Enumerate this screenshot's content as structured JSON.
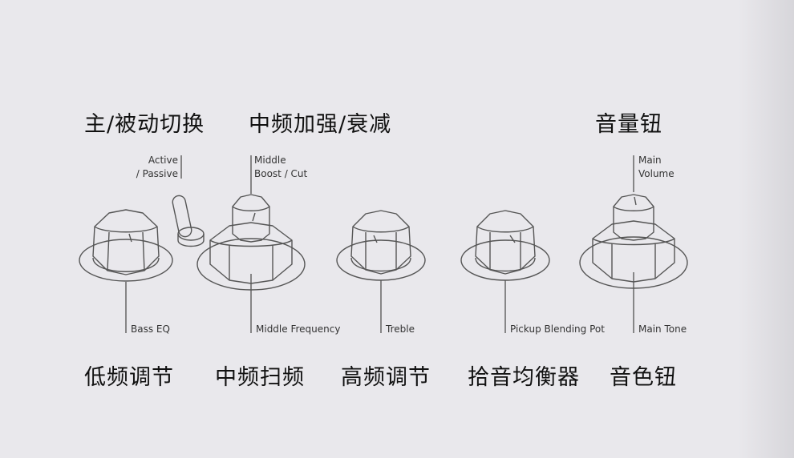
{
  "top_titles": {
    "active_passive": "主/被动切换",
    "mid_boost": "中频加强/衰减",
    "volume": "音量钮"
  },
  "top_labels": {
    "active_passive": [
      "Active",
      "/ Passive"
    ],
    "mid_boost": [
      "Middle",
      "Boost / Cut"
    ],
    "volume": [
      "Main",
      "Volume"
    ]
  },
  "bottom_labels": {
    "bass": "Bass EQ",
    "mid_freq": "Middle Frequency",
    "treble": "Treble",
    "blend": "Pickup Blending Pot",
    "tone": "Main Tone"
  },
  "bottom_titles": {
    "bass": "低频调节",
    "mid_freq": "中频扫频",
    "treble": "高频调节",
    "blend": "拾音均衡器",
    "tone": "音色钮"
  },
  "colors": {
    "background": "#e9e8ec",
    "line": "#555555",
    "text": "#111111"
  }
}
